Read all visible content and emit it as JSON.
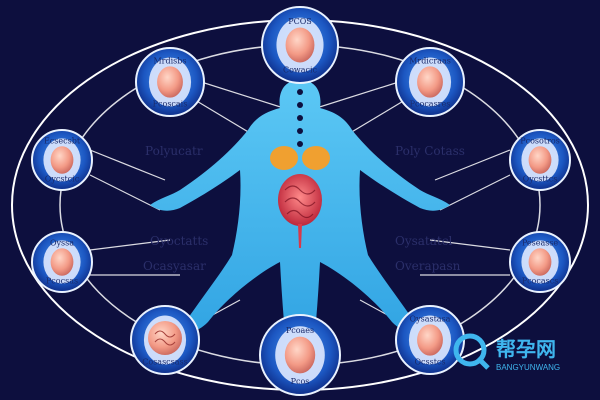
{
  "colors": {
    "background": "#0d0f3e",
    "body": "#3fb6ee",
    "body_dark": "#1f8fd0",
    "ring": "#ffffff",
    "node_fill": "#1d5bc4",
    "node_border": "#e9f2ff",
    "egg": "#f4a28e",
    "organ": "#d9394a",
    "watermark": "#3fb6ee"
  },
  "nodes": [
    {
      "id": "top",
      "top_label": "PCOS",
      "bottom_label": "Cowacic",
      "icon": "cell-egg-icon"
    },
    {
      "id": "upper-left",
      "top_label": "Mrdisbs",
      "bottom_label": "Pcoscais",
      "icon": "cell-egg-icon"
    },
    {
      "id": "upper-right",
      "top_label": "Mrdicraas",
      "bottom_label": "Pcocasres",
      "icon": "cell-egg-icon"
    },
    {
      "id": "mid-left",
      "top_label": "Ecsecsbt",
      "bottom_label": "Oycstcic",
      "icon": "cell-egg-icon"
    },
    {
      "id": "mid-right",
      "top_label": "Pcosotros",
      "bottom_label": "Oycsttcs",
      "icon": "cell-egg-icon"
    },
    {
      "id": "low-left",
      "top_label": "Oyssa",
      "bottom_label": "Pcocsas",
      "icon": "cell-egg-icon"
    },
    {
      "id": "low-right",
      "top_label": "Peseasse",
      "bottom_label": "Pcocascs",
      "icon": "cell-egg-icon"
    },
    {
      "id": "bottom-left",
      "top_label": "",
      "bottom_label": "Cosascsass",
      "icon": "cell-cluster-icon"
    },
    {
      "id": "bottom-center",
      "top_label": "Pcoaes",
      "bottom_label": "Pcos",
      "icon": "cell-egg-icon"
    },
    {
      "id": "bottom-right",
      "top_label": "Oysastasa",
      "bottom_label": "Ocsstcs",
      "icon": "cell-egg-icon"
    }
  ],
  "center_labels": {
    "left_top": "Polyucatr",
    "left_mid": "Oyoctatts",
    "left_low": "Ocasyasar",
    "right_top": "Poly Cotass",
    "right_mid": "Oysatatcl",
    "right_low": "Overapasn"
  },
  "watermark": {
    "icon": "q-logo-icon",
    "title": "帮孕网",
    "subtitle": "BANGYUNWANG"
  }
}
